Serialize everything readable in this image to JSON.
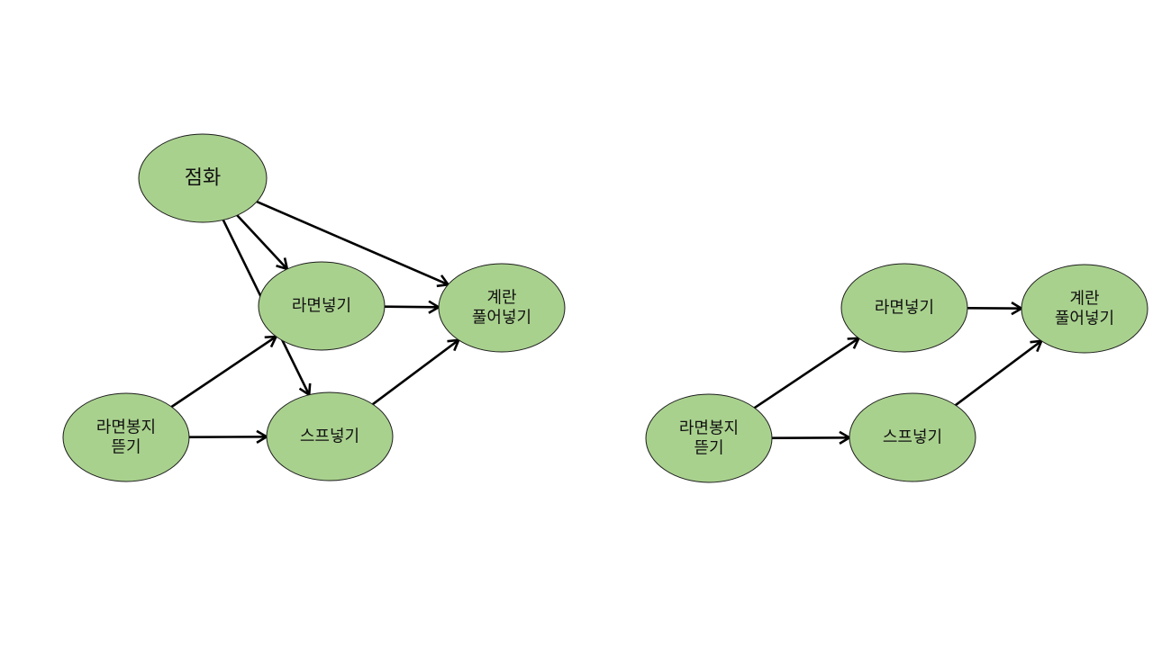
{
  "diagrams": [
    {
      "nodes": [
        {
          "id": "ignite",
          "lines": [
            "점화"
          ]
        },
        {
          "id": "ramen",
          "lines": [
            "라면넣기"
          ]
        },
        {
          "id": "egg",
          "lines": [
            "계란",
            "풀어넣기"
          ]
        },
        {
          "id": "open",
          "lines": [
            "라면봉지",
            "뜯기"
          ]
        },
        {
          "id": "soup",
          "lines": [
            "스프넣기"
          ]
        }
      ],
      "edges": [
        {
          "from": "ignite",
          "to": "egg"
        },
        {
          "from": "ignite",
          "to": "ramen"
        },
        {
          "from": "ignite",
          "to": "soup"
        },
        {
          "from": "ramen",
          "to": "egg"
        },
        {
          "from": "open",
          "to": "ramen"
        },
        {
          "from": "open",
          "to": "soup"
        },
        {
          "from": "soup",
          "to": "egg"
        }
      ]
    },
    {
      "nodes": [
        {
          "id": "ramen",
          "lines": [
            "라면넣기"
          ]
        },
        {
          "id": "egg",
          "lines": [
            "계란",
            "풀어넣기"
          ]
        },
        {
          "id": "open",
          "lines": [
            "라면봉지",
            "뜯기"
          ]
        },
        {
          "id": "soup",
          "lines": [
            "스프넣기"
          ]
        }
      ],
      "edges": [
        {
          "from": "ramen",
          "to": "egg"
        },
        {
          "from": "open",
          "to": "ramen"
        },
        {
          "from": "open",
          "to": "soup"
        },
        {
          "from": "soup",
          "to": "egg"
        }
      ]
    }
  ]
}
